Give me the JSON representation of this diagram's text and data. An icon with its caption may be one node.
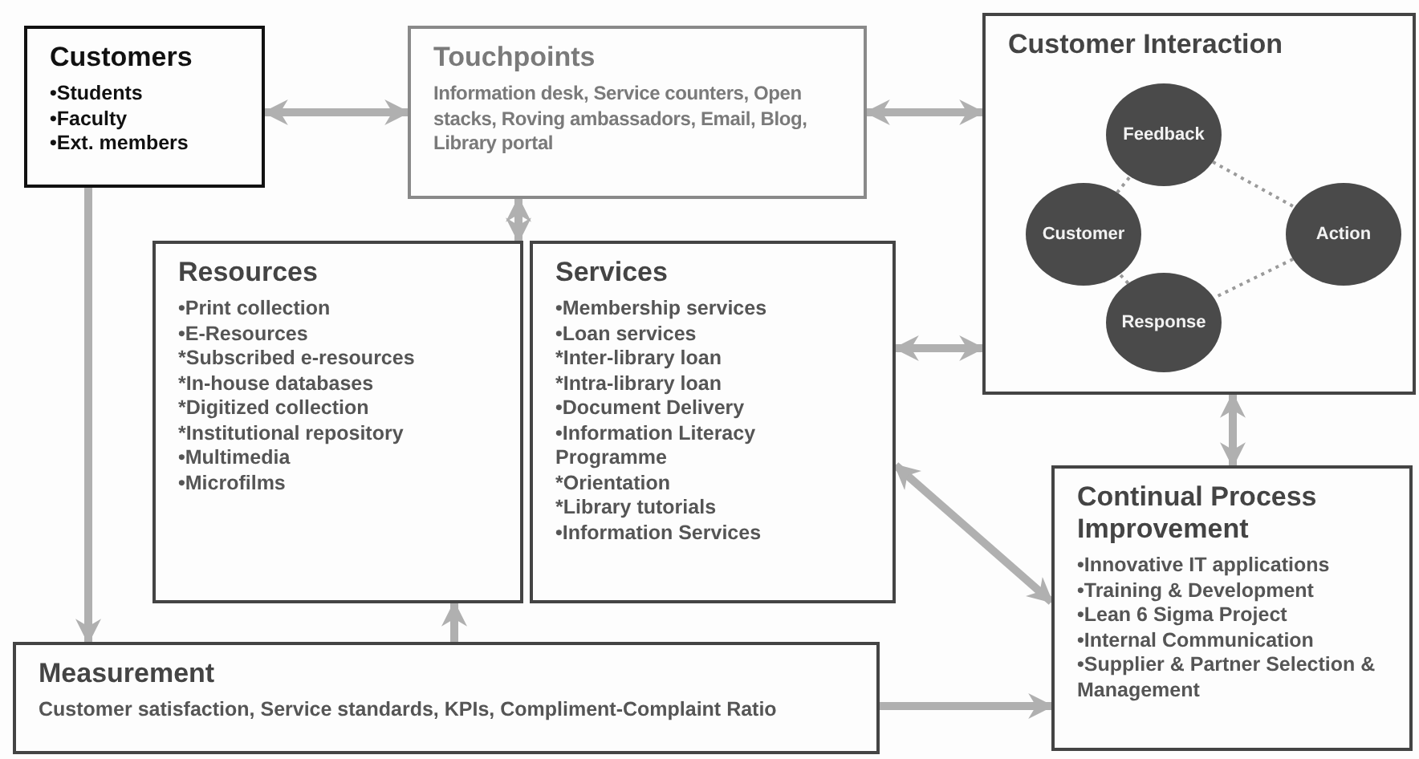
{
  "diagram": {
    "nodes": [
      {
        "text": [
          "Customers",
          "•Students",
          "•Faculty",
          "•Ext. members"
        ]
      },
      {
        "text": [
          "Touchpoints",
          "Information desk, Service counters, Open stacks, Roving ambassadors, Email, Blog, Library portal"
        ]
      },
      {
        "text": [
          "Customer Interaction"
        ]
      },
      {
        "text": [
          "Feedback"
        ],
        "in": 2
      },
      {
        "text": [
          "Customer"
        ],
        "in": 2
      },
      {
        "text": [
          "Action"
        ],
        "in": 2
      },
      {
        "text": [
          "Response"
        ],
        "in": 2
      },
      {
        "text": [
          "Resources",
          "•Print collection",
          "•E-Resources",
          "*Subscribed e-resources",
          "*In-house databases",
          "*Digitized collection",
          "*Institutional repository",
          "•Multimedia",
          "•Microfilms"
        ]
      },
      {
        "text": [
          "Services",
          "•Membership services",
          "•Loan services",
          "*Inter-library loan",
          "*Intra-library loan",
          "•Document Delivery",
          "•Information Literacy Programme",
          "*Orientation",
          "*Library tutorials",
          "•Information Services"
        ]
      },
      {
        "text": [
          "Continual Process Improvement",
          "•Innovative IT applications",
          "•Training & Development",
          "•Lean 6 Sigma Project",
          "•Internal Communication",
          "•Supplier & Partner Selection & Management"
        ]
      },
      {
        "text": [
          "Measurement",
          "Customer satisfaction, Service standards, KPIs, Compliment-Complaint Ratio"
        ]
      }
    ],
    "edges": [
      {
        "from": 0,
        "to": 1,
        "arrow": "both"
      },
      {
        "from": 1,
        "to": 2,
        "arrow": "both"
      },
      {
        "from": 1,
        "to": 7,
        "arrow": "both"
      },
      {
        "from": 3,
        "to": 5,
        "arrow": "none",
        "style": "dashed"
      },
      {
        "from": 5,
        "to": 6,
        "arrow": "none",
        "style": "dashed"
      },
      {
        "from": 6,
        "to": 4,
        "arrow": "none",
        "style": "dashed"
      },
      {
        "from": 4,
        "to": 3,
        "arrow": "none",
        "style": "dashed"
      },
      {
        "from": 8,
        "to": 2,
        "arrow": "both"
      },
      {
        "from": 2,
        "to": 9,
        "arrow": "both"
      },
      {
        "from": 8,
        "to": 9,
        "arrow": "both"
      },
      {
        "from": 0,
        "to": 10,
        "arrow": "to"
      },
      {
        "from": 10,
        "to": 7,
        "arrow": "to"
      },
      {
        "from": 10,
        "to": 9,
        "arrow": "to"
      }
    ]
  }
}
